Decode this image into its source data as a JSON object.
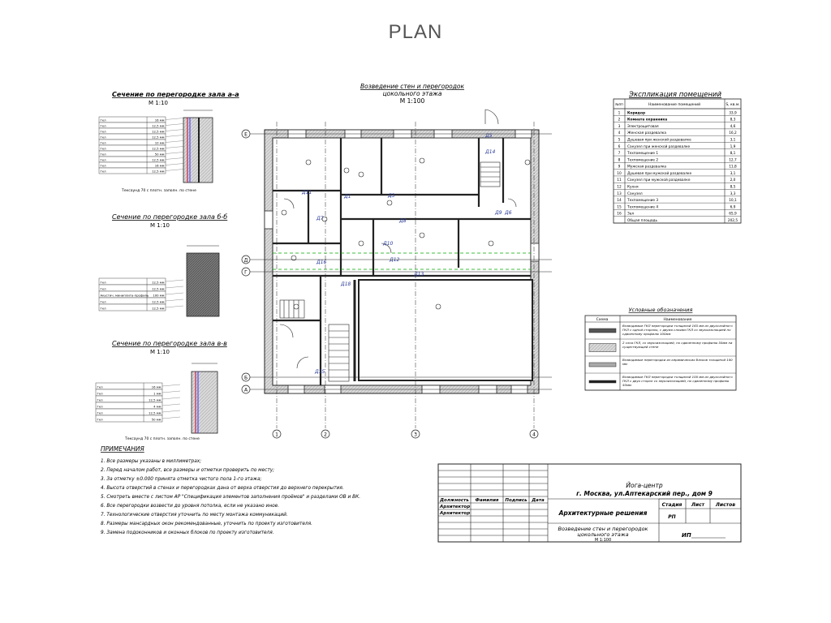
{
  "header": {
    "title": "PLAN"
  },
  "main_plan": {
    "title_line1": "Возведение стен и перегородок",
    "title_line2": "цокольного этажа",
    "scale": "М 1:100",
    "axes_bottom": [
      "1",
      "2",
      "3",
      "4"
    ],
    "axes_left": [
      "Е",
      "Д",
      "Г",
      "Б",
      "А"
    ]
  },
  "sections": [
    {
      "title": "Сечение по перегородке зала а-а",
      "scale": "М 1:10",
      "layers": [
        {
          "name": "Гкл",
          "value": "16 мм"
        },
        {
          "name": "Гкл",
          "value": "12,5 мм"
        },
        {
          "name": "Гкл",
          "value": "12,5 мм"
        },
        {
          "name": "Гкл",
          "value": "12,5 мм"
        },
        {
          "name": "Гкл",
          "value": "10 мм"
        },
        {
          "name": "Гкл",
          "value": "12,5 мм"
        },
        {
          "name": "Гкл",
          "value": "50 мм"
        },
        {
          "name": "Гкл",
          "value": "12,5 мм"
        },
        {
          "name": "Гкл",
          "value": "16 мм"
        },
        {
          "name": "Гкл",
          "value": "12,5 мм"
        }
      ],
      "note": "Тексаунд 70 с плотн. заполн. по стене"
    },
    {
      "title": "Сечение по перегородке зала б-б",
      "scale": "М 1:10",
      "layers": [
        {
          "name": "Гкл",
          "value": "12,5 мм"
        },
        {
          "name": "Гкл",
          "value": "12,5 мм"
        },
        {
          "name": "Акустич. миниплита-профиль",
          "value": "100 мм"
        },
        {
          "name": "Гкл",
          "value": "12,5 мм"
        },
        {
          "name": "Гкл",
          "value": "12,5 мм"
        }
      ],
      "note": ""
    },
    {
      "title": "Сечение по перегородке зала в-в",
      "scale": "М 1:10",
      "layers": [
        {
          "name": "Гкл",
          "value": "16 мм"
        },
        {
          "name": "Гкл",
          "value": "1 мм"
        },
        {
          "name": "Гкл",
          "value": "12,5 мм"
        },
        {
          "name": "Гкл",
          "value": "4 мм"
        },
        {
          "name": "Гкл",
          "value": "12,5 мм"
        },
        {
          "name": "Гкл",
          "value": "50 мм"
        }
      ],
      "note": "Тексаунд 70 с плотн. заполн. по стене"
    }
  ],
  "notes": {
    "title": "ПРИМЕЧАНИЯ",
    "items": [
      "1. Все размеры указаны в миллиметрах;",
      "2. Перед началом работ, все размеры и отметки проверить по месту;",
      "3. За отметку ±0.000 принята отметка чистого пола 1-го этажа;",
      "4. Высота отверстий в стенах и перегородках дана от верха отверстия до верхнего перекрытия.",
      "5. Смотреть вместе с листом АР \"Спецификация элементов заполнения проёмов\" и разделами ОВ и ВК.",
      "6. Все перегородки возвести до уровня потолка, если не указано иное.",
      "7. Технологические отверстия уточнить по месту монтажа коммуникаций.",
      "8. Размеры мансардных окон рекомендованные, уточнить по проекту изготовителя.",
      "9. Замена подоконников и оконных блоков по проекту изготовителя."
    ]
  },
  "explication": {
    "title": "Экспликация помещений",
    "columns": [
      "№пп",
      "Наименование помещений",
      "S, кв.м."
    ],
    "rows": [
      [
        "1",
        "Коридор",
        "33,9"
      ],
      [
        "2",
        "Комната охранника",
        "8,3"
      ],
      [
        "3",
        "Электрощитовая",
        "4,6"
      ],
      [
        "4",
        "Женская раздевалка",
        "16,2"
      ],
      [
        "5",
        "Душевая при женской раздевалке",
        "3,1"
      ],
      [
        "6",
        "Санузел при женской раздевалке",
        "1,9"
      ],
      [
        "7",
        "Техпомещение 1",
        "8,1"
      ],
      [
        "8",
        "Техпомещение 2",
        "12,7"
      ],
      [
        "9",
        "Мужская раздевалка",
        "11,8"
      ],
      [
        "10",
        "Душевая при мужской раздевалке",
        "3,1"
      ],
      [
        "11",
        "Санузел при мужской раздевалке",
        "2,0"
      ],
      [
        "12",
        "Кухня",
        "8,5"
      ],
      [
        "13",
        "Санузел",
        "3,3"
      ],
      [
        "14",
        "Техпомещение 3",
        "10,1"
      ],
      [
        "15",
        "Техпомещение 4",
        "6,9"
      ],
      [
        "16",
        "Зал",
        "65,9"
      ],
      [
        "",
        "Общая площадь",
        "202,5"
      ]
    ]
  },
  "legend": {
    "title": "Условные обозначения",
    "columns": [
      "Схема",
      "Наименование"
    ],
    "items": [
      "Возводимые ГКЛ перегородки толщиной 165 мм из двухслойного ГКЛ с одной стороны, с двумя слоями ГКЛ со звукоизоляцией по сдвоенному профилю 100мм",
      "2 слоя ГКЛ, со звукоизоляцией, по сдвоенному профилю 50мм на существующей стене",
      "Возводимые перегородки из керамических блоков толщиной 100 мм",
      "Возводимые ГКЛ перегородки толщиной 100 мм из двухслойного ГКЛ с двух сторон со звукоизоляцией, по сдвоенному профилю 50мм"
    ]
  },
  "stamp": {
    "org_line1": "Йога-центр",
    "org_line2": "г. Москва, ул.Аптекарский пер., дом 9",
    "section": "Архитектурные решения",
    "sheet_title_line1": "Возведение стен и перегородок",
    "sheet_title_line2": "цокольного этажа",
    "sheet_title_line3": "М 1:100",
    "col_stage": "Стадия",
    "col_sheet": "Лист",
    "col_sheets": "Листов",
    "stage_value": "РП",
    "labels": [
      "Должность",
      "Фамилия",
      "Подпись",
      "Дата"
    ],
    "roles": [
      "Архитектор",
      "Архитектор"
    ],
    "ip": "ИП"
  }
}
